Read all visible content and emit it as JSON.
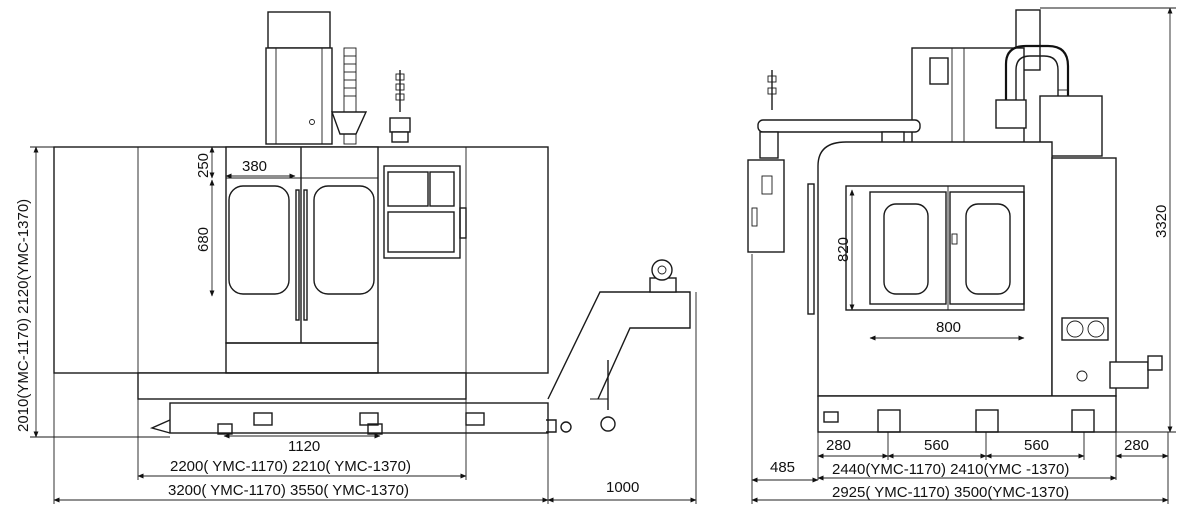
{
  "front_view": {
    "dim_380": "380",
    "dim_250": "250",
    "dim_680": "680",
    "dim_1120": "1120",
    "dim_width_short": "2200( YMC-1170) 2210( YMC-1370)",
    "dim_width_long": "3200( YMC-1170) 3550( YMC-1370)",
    "dim_1000": "1000",
    "dim_height": "2010(YMC-1170) 2120(YMC-1370)"
  },
  "side_view": {
    "dim_820": "820",
    "dim_800": "800",
    "dim_280_left": "280",
    "dim_560_a": "560",
    "dim_560_b": "560",
    "dim_280_right": "280",
    "dim_485": "485",
    "dim_depth_short": "2440(YMC-1170) 2410(YMC -1370)",
    "dim_depth_long": "2925( YMC-1170) 3500(YMC-1370)",
    "dim_3320": "3320"
  }
}
